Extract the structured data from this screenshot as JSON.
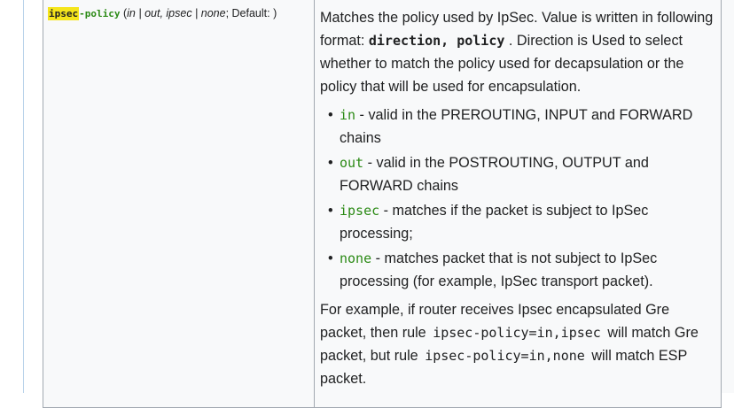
{
  "param": {
    "name_highlight": "ipsec",
    "name_rest": "-policy",
    "meta": "(in | out, ipsec | none; Default: )"
  },
  "description": {
    "intro_pre": "Matches the policy used by IpSec. Value is written in following format: ",
    "intro_format": "direction, policy",
    "intro_post": ". Direction is Used to select whether to match the policy used for decapsulation or the policy that will be used for encapsulation.",
    "items": [
      {
        "keyword": "in",
        "text": " - valid in the PREROUTING, INPUT and FORWARD chains"
      },
      {
        "keyword": "out",
        "text": " - valid in the POSTROUTING, OUTPUT and FORWARD chains"
      },
      {
        "keyword": "ipsec",
        "text": " - matches if the packet is subject to IpSec processing;"
      },
      {
        "keyword": "none",
        "text": " - matches packet that is not subject to IpSec processing (for example, IpSec transport packet)."
      }
    ],
    "example_1": "For example, if router receives Ipsec encapsulated Gre packet, then rule ",
    "example_code_1": "ipsec-policy=in,ipsec",
    "example_2": " will match Gre packet, but rule ",
    "example_code_2": "ipsec-policy=in,none",
    "example_3": " will match ESP packet."
  }
}
